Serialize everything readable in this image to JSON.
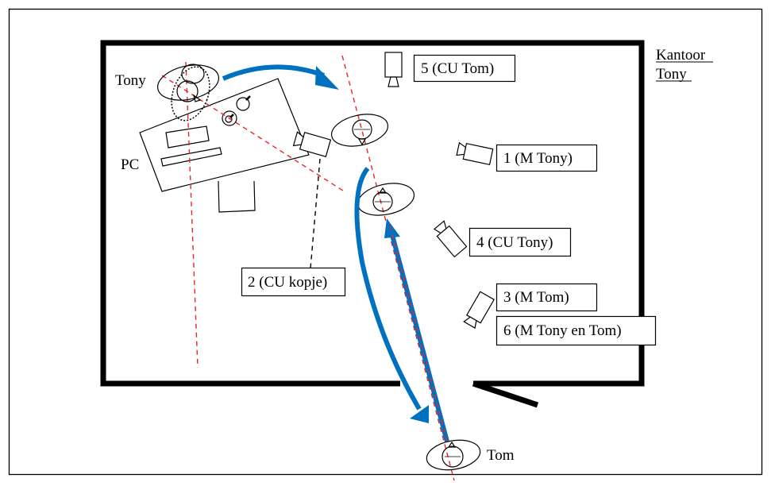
{
  "diagram": {
    "type": "floor-plan / camera setup",
    "room_label_line1": "Kantoor",
    "room_label_line2": "Tony",
    "characters": {
      "tony": "Tony",
      "tom": "Tom"
    },
    "furniture": {
      "pc": "PC"
    },
    "cameras": [
      {
        "id": "1",
        "label": "1 (M Tony)"
      },
      {
        "id": "2",
        "label": "2 (CU kopje)"
      },
      {
        "id": "3",
        "label": "3 (M Tom)"
      },
      {
        "id": "4",
        "label": "4 (CU Tony)"
      },
      {
        "id": "5",
        "label": "5 (CU Tom)"
      },
      {
        "id": "6",
        "label": "6 (M Tony en Tom)"
      }
    ],
    "colors": {
      "movement_arrow": "#0070c0",
      "sight_line": "#e8262a",
      "wall": "#000000"
    },
    "legend_semantics": {
      "blue_arrows": "actor movement",
      "red_dashed_lines": "lines of action / eyelines",
      "black_dashed_line": "camera 2 label leader"
    }
  }
}
